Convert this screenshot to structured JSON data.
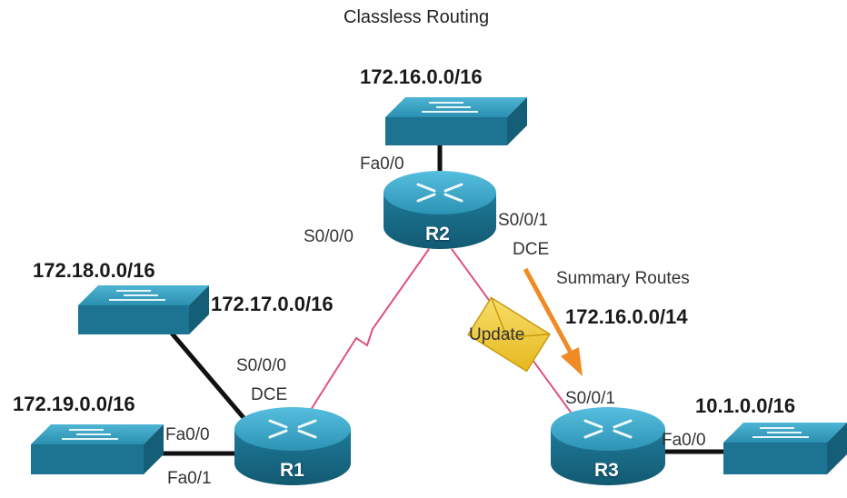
{
  "title": "Classless Routing",
  "colors": {
    "device_blue": "#2a8fb0",
    "device_dark": "#1a6d8a",
    "serial_link": "#e0527a",
    "ethernet_link": "#111111",
    "update_envelope": "#f2cf3c",
    "summary_arrow": "#f08a24"
  },
  "routers": {
    "r1": {
      "name": "R1",
      "icon": "router-icon"
    },
    "r2": {
      "name": "R2",
      "icon": "router-icon"
    },
    "r3": {
      "name": "R3",
      "icon": "router-icon"
    }
  },
  "switches": {
    "top": {
      "network": "172.16.0.0/16",
      "icon": "switch-icon"
    },
    "left_upper": {
      "network": "172.18.0.0/16",
      "icon": "switch-icon"
    },
    "left_lower": {
      "network": "172.19.0.0/16",
      "icon": "switch-icon"
    },
    "right": {
      "network": "10.1.0.0/16",
      "icon": "switch-icon"
    }
  },
  "links": {
    "r1_r2_network": "172.17.0.0/16"
  },
  "ports": {
    "r2_fa00": "Fa0/0",
    "r2_s000": "S0/0/0",
    "r2_s001": "S0/0/1",
    "r2_s001_dce": "DCE",
    "r1_s000": "S0/0/0",
    "r1_s000_dce": "DCE",
    "r1_fa00": "Fa0/0",
    "r1_fa01": "Fa0/1",
    "r3_s001": "S0/0/1",
    "r3_fa00": "Fa0/0"
  },
  "update": {
    "envelope_label": "Update",
    "summary_label": "Summary Routes",
    "summary_route": "172.16.0.0/14",
    "icon": "envelope-icon"
  }
}
